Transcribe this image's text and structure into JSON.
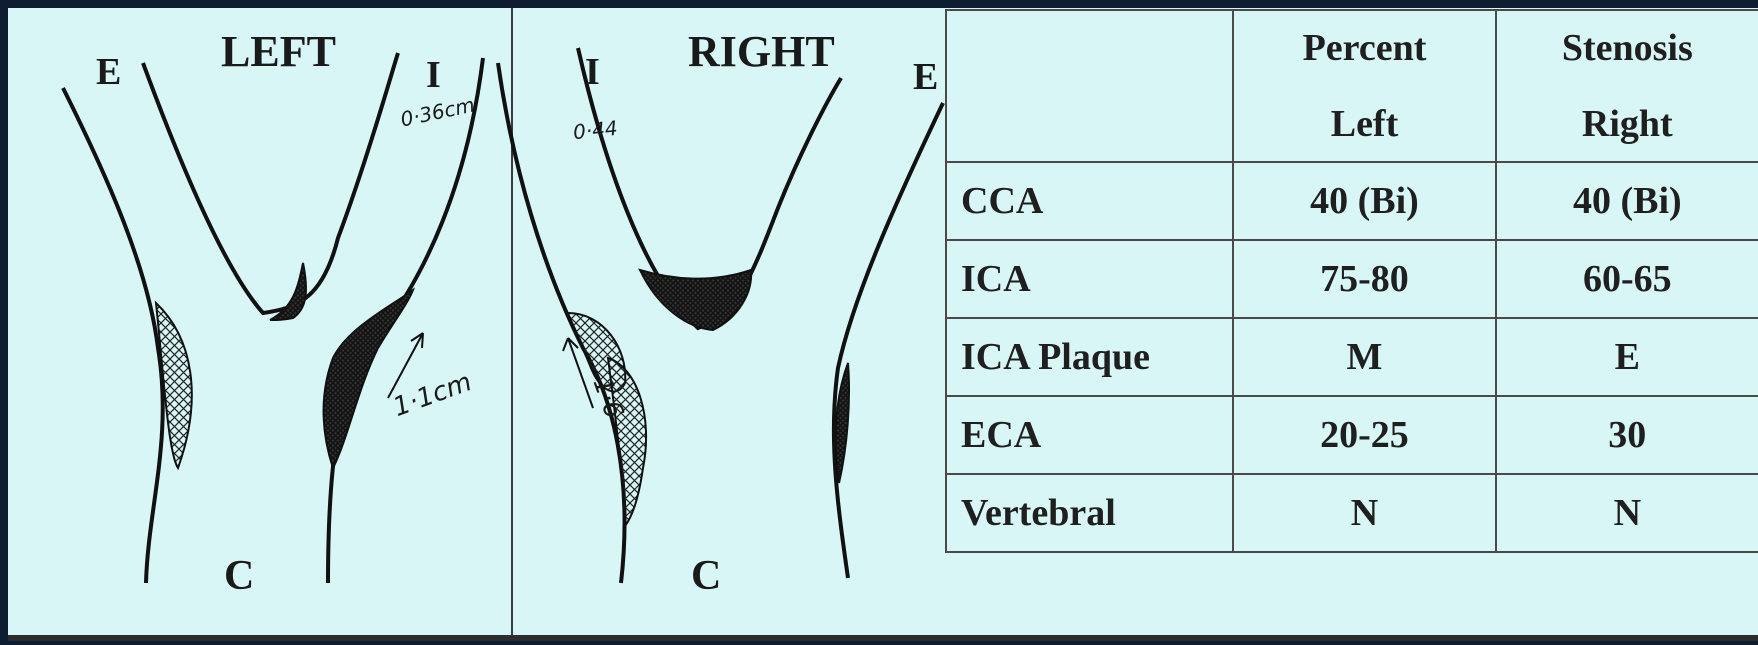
{
  "left_diagram": {
    "title": "LEFT",
    "label_e": "E",
    "label_i": "I",
    "label_c": "C",
    "note_top": "0·36cm",
    "note_plaque": "1·1cm"
  },
  "right_diagram": {
    "title": "RIGHT",
    "label_e": "E",
    "label_i": "I",
    "label_c": "C",
    "note_top": "0·44",
    "note_plaque": "1·6"
  },
  "table": {
    "header": {
      "col1_top": "Percent",
      "col1_bottom": "Left",
      "col2_top": "Stenosis",
      "col2_bottom": "Right"
    },
    "rows": [
      {
        "label": "CCA",
        "left": "40 (Bi)",
        "right": "40 (Bi)"
      },
      {
        "label": "ICA",
        "left": "75-80",
        "right": "60-65"
      },
      {
        "label": "ICA Plaque",
        "left": "M",
        "right": "E"
      },
      {
        "label": "ECA",
        "left": "20-25",
        "right": "30"
      },
      {
        "label": "Vertebral",
        "left": "N",
        "right": "N"
      }
    ]
  }
}
